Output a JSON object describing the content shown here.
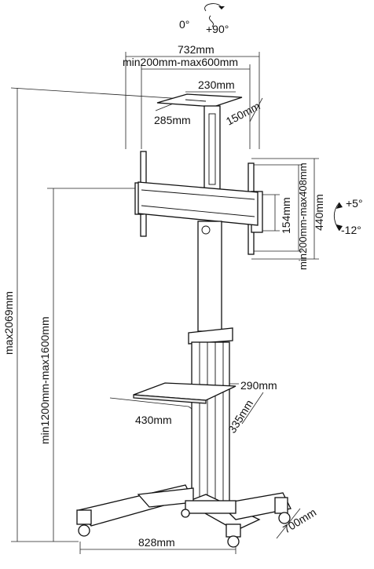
{
  "labels": {
    "rotation": "0°",
    "rotation_plus": "+90°",
    "width_total": "732mm",
    "vesa_range": "min200mm-max600mm",
    "top_plate_w": "230mm",
    "top_plate_l": "285mm",
    "top_depth": "150mm",
    "bracket_h": "154mm",
    "vesa_vertical": "min200mm-max408mm",
    "bracket_total": "440mm",
    "tilt_up": "+5°",
    "tilt_down": "-12°",
    "total_height": "max2069mm",
    "center_height": "min1200mm-max1600mm",
    "shelf_w": "290mm",
    "shelf_l": "430mm",
    "shelf_d": "335mm",
    "base_w": "828mm",
    "base_d": "700mm"
  }
}
